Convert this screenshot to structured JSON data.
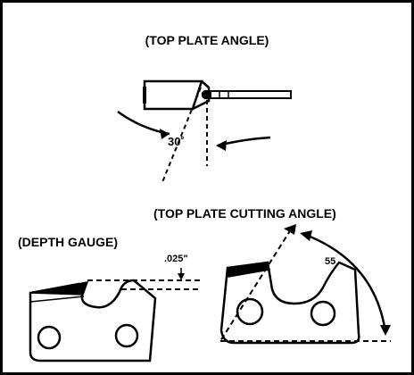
{
  "labels": {
    "top_plate_angle": "(TOP PLATE ANGLE)",
    "top_plate_cutting_angle": "(TOP PLATE CUTTING ANGLE)",
    "depth_gauge": "(DEPTH GAUGE)",
    "angle_30": "30˚",
    "gauge_025": ".025\"",
    "angle_55": "55"
  },
  "colors": {
    "line": "#000000",
    "background": "#ffffff"
  }
}
